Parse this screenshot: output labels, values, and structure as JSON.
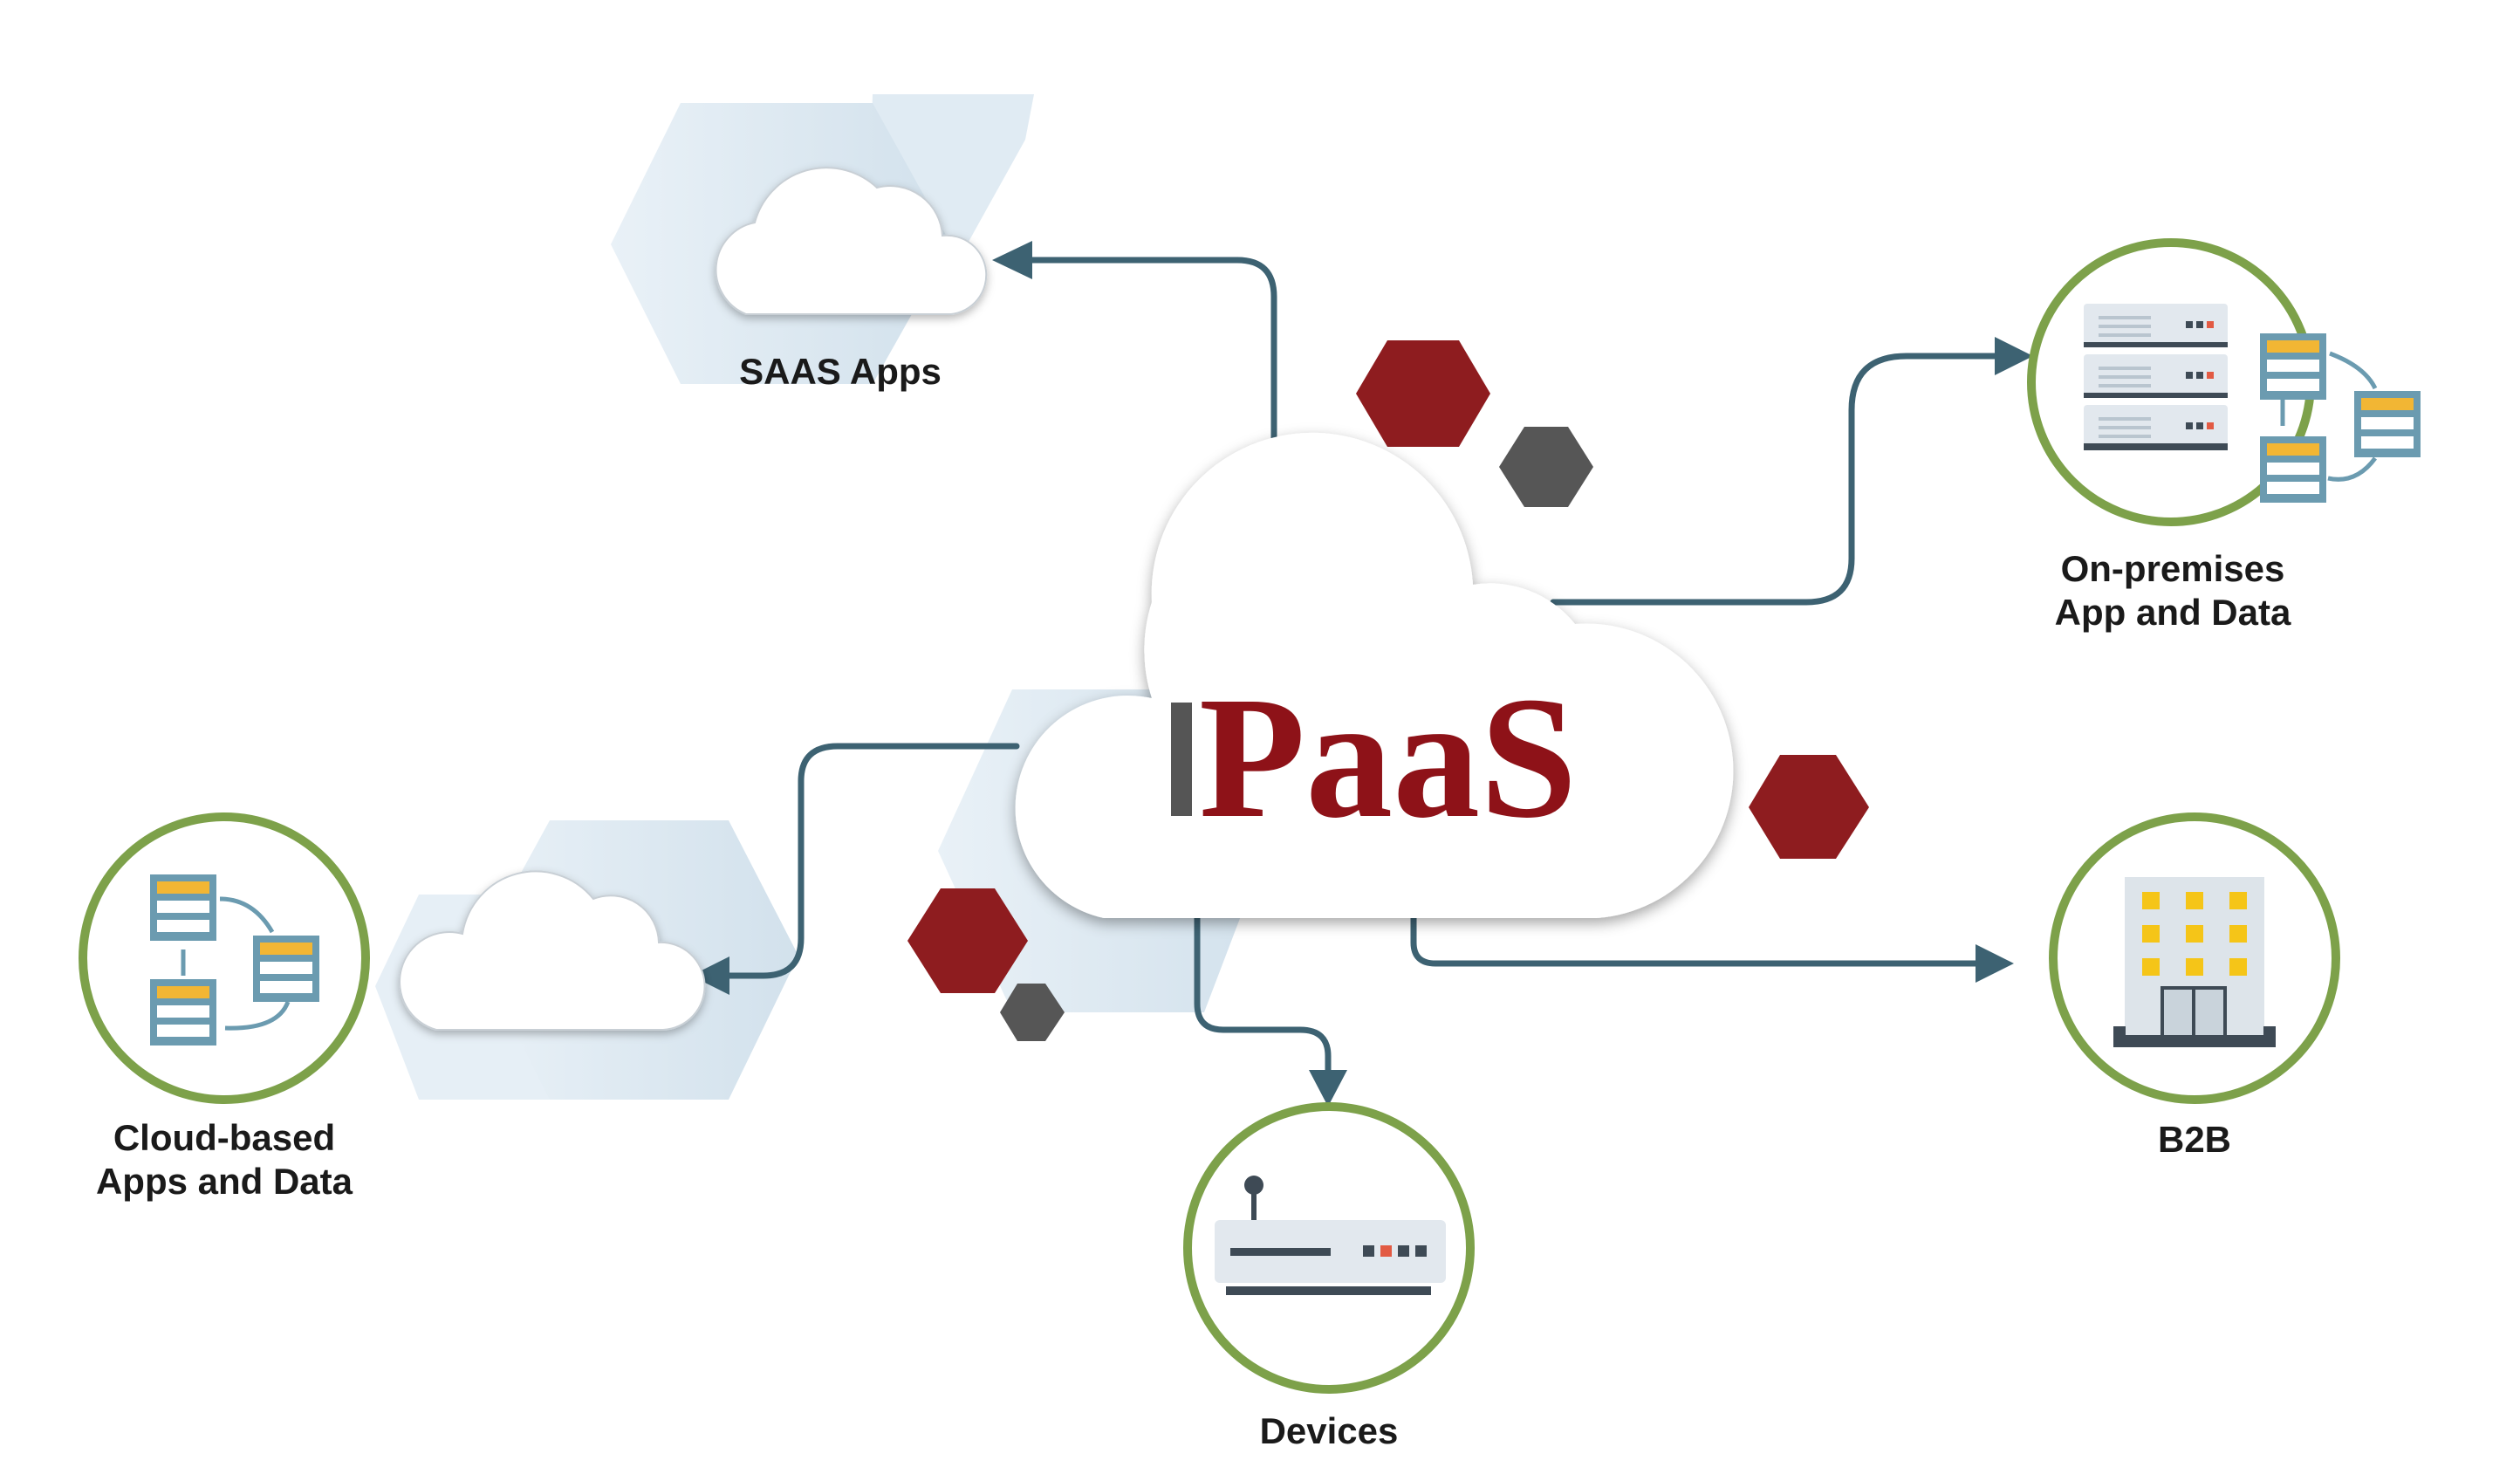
{
  "logo": {
    "bar_color": "#555555",
    "text": "PaaS",
    "text_color": "#8e1218"
  },
  "labels": {
    "saas": "SAAS Apps",
    "onprem_line1": "On-premises",
    "onprem_line2": "App and Data",
    "cloud_line1": "Cloud-based",
    "cloud_line2": "Apps and Data",
    "devices": "Devices",
    "b2b": "B2B"
  },
  "colors": {
    "connector": "#3d6272",
    "ring": "#7da14a",
    "hex_red": "#8e1c1f",
    "hex_gray": "#565656",
    "hex_light": "#dfe9f1",
    "server_blue": "#6b9bb0",
    "server_accent": "#f2b634",
    "building_window": "#f5c518"
  },
  "icons": {
    "saas": "cloud-icon",
    "onprem": "server-rack-icon",
    "cloud_based": "server-cluster-icon",
    "devices": "router-icon",
    "b2b": "office-building-icon"
  }
}
